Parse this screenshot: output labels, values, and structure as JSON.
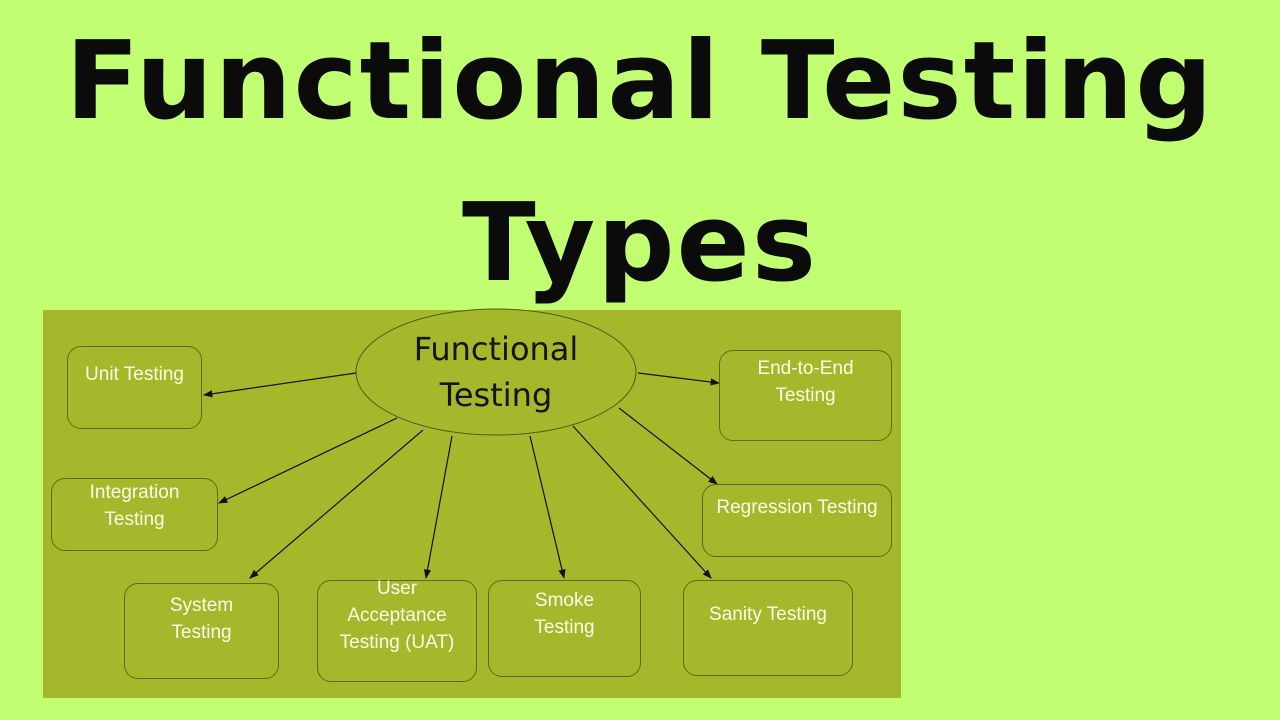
{
  "title": {
    "line1": "Functional Testing",
    "line2": "Types"
  },
  "colors": {
    "background": "#c2fe72",
    "panel": "#a5b82b",
    "box_text": "#fafde8",
    "border": "#5f6b14"
  },
  "diagram": {
    "center": {
      "line1": "Functional",
      "line2": "Testing"
    },
    "nodes": [
      {
        "id": "unit",
        "label": "Unit Testing"
      },
      {
        "id": "integration",
        "label1": "Integration",
        "label2": "Testing"
      },
      {
        "id": "system",
        "label1": "System",
        "label2": "Testing"
      },
      {
        "id": "uat",
        "label1": "User",
        "label2": "Acceptance",
        "label3": "Testing (UAT)"
      },
      {
        "id": "smoke",
        "label1": "Smoke",
        "label2": "Testing"
      },
      {
        "id": "sanity",
        "label": "Sanity Testing"
      },
      {
        "id": "regression",
        "label": "Regression Testing"
      },
      {
        "id": "e2e",
        "label1": "End-to-End",
        "label2": "Testing"
      }
    ]
  }
}
